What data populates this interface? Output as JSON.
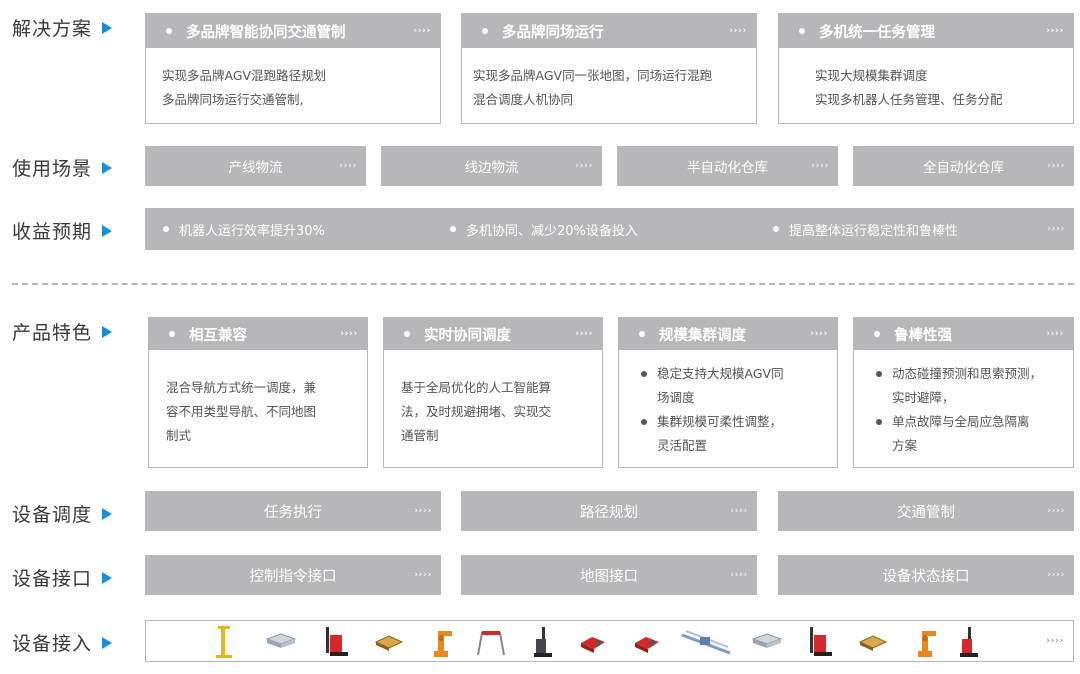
{
  "rows": {
    "solution": "解决方案",
    "scenario": "使用场景",
    "benefit": "收益预期",
    "feature": "产品特色",
    "dispatch": "设备调度",
    "interface": "设备接口",
    "access": "设备接入"
  },
  "arrow_glyph": "››››",
  "solutions": [
    {
      "title": "多品牌智能协同交通管制",
      "lines": [
        "实现多品牌AGV混跑路径规划",
        "多品牌同场运行交通管制,"
      ]
    },
    {
      "title": "多品牌同场运行",
      "lines": [
        "实现多品牌AGV同一张地图，同场运行混跑",
        "混合调度人机协同"
      ]
    },
    {
      "title": "多机统一任务管理",
      "lines": [
        "实现大规模集群调度",
        "实现多机器人任务管理、任务分配"
      ]
    }
  ],
  "scenarios": [
    "产线物流",
    "线边物流",
    "半自动化仓库",
    "全自动化仓库"
  ],
  "benefits": [
    "机器人运行效率提升30%",
    "多机协同、减少20%设备投入",
    "提高整体运行稳定性和鲁棒性"
  ],
  "features": [
    {
      "title": "相互兼容",
      "type": "text",
      "lines": [
        "混合导航方式统一调度，兼",
        "容不用类型导航、不同地图",
        "制式"
      ]
    },
    {
      "title": "实时协同调度",
      "type": "text",
      "lines": [
        "基于全局优化的人工智能算",
        "法，及时规避拥堵、实现交",
        "通管制"
      ]
    },
    {
      "title": "规模集群调度",
      "type": "bullets",
      "items": [
        [
          "稳定支持大规模AGV同",
          "场调度"
        ],
        [
          "集群规模可柔性调整，",
          "灵活配置"
        ]
      ]
    },
    {
      "title": "鲁棒性强",
      "type": "bullets",
      "items": [
        [
          "动态碰撞预测和思索预测，",
          "实时避障，"
        ],
        [
          "单点故障与全局应急隔离",
          "方案"
        ]
      ]
    }
  ],
  "dispatch": [
    "任务执行",
    "路径规划",
    "交通管制"
  ],
  "interfaces": [
    "控制指令接口",
    "地图接口",
    "设备状态接口"
  ],
  "devices": [
    "gantry-robot-icon",
    "flat-agv-icon",
    "forklift-agv-icon",
    "pallet-icon",
    "robot-arm-icon",
    "gate-icon",
    "reach-truck-icon",
    "red-tug-icon",
    "red-tug-icon",
    "conveyor-agv-icon",
    "flat-agv-icon",
    "forklift-agv-icon",
    "pallet-icon",
    "robot-arm-icon",
    "reach-truck-icon"
  ],
  "colors": {
    "bar_gray": "#b7b7b9",
    "accent_blue": "#1a8fd8",
    "device_red": "#d62828",
    "device_orange": "#e8891c"
  }
}
